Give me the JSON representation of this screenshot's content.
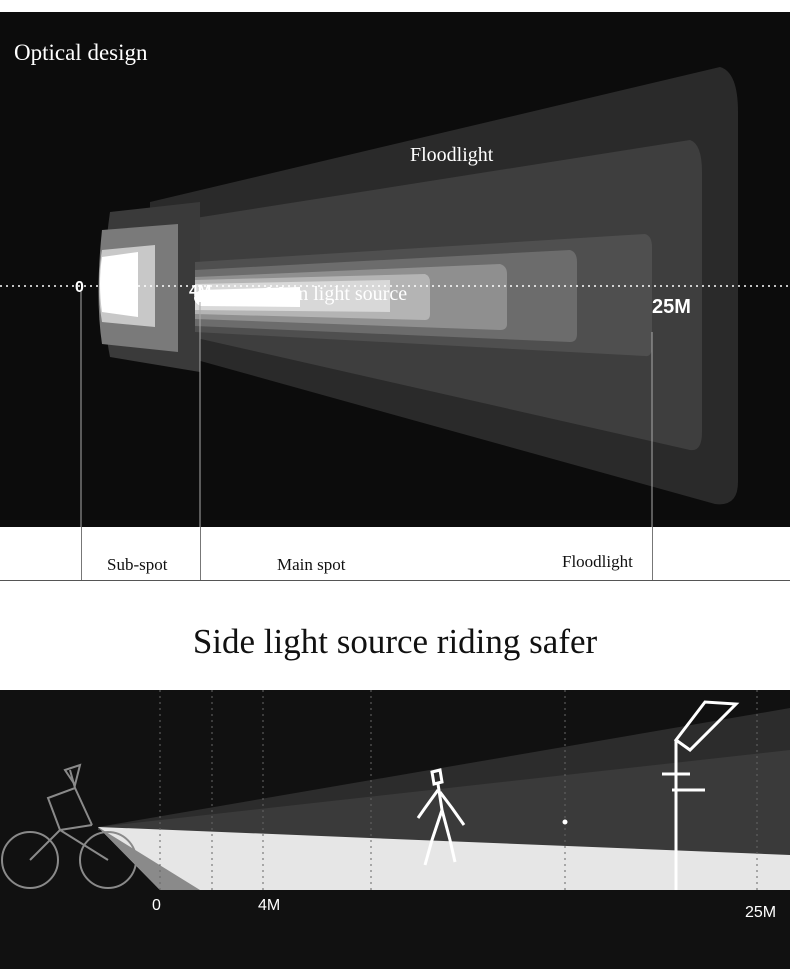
{
  "optical": {
    "title": "Optical design",
    "floodlight_label": "Floodlight",
    "main_label": "Main light source",
    "marks": {
      "zero": "0",
      "four": "4M",
      "twentyfive": "25M"
    }
  },
  "ruler": {
    "sub_spot": "Sub-spot",
    "main_spot": "Main spot",
    "floodlight": "Floodlight"
  },
  "side": {
    "headline": "Side light source riding safer",
    "marks": {
      "zero": "0",
      "four": "4M",
      "twentyfive": "25M"
    }
  },
  "colors": {
    "panel_background": "#0c0c0c",
    "beam_light": "#ffffff",
    "page_background": "#ffffff"
  }
}
